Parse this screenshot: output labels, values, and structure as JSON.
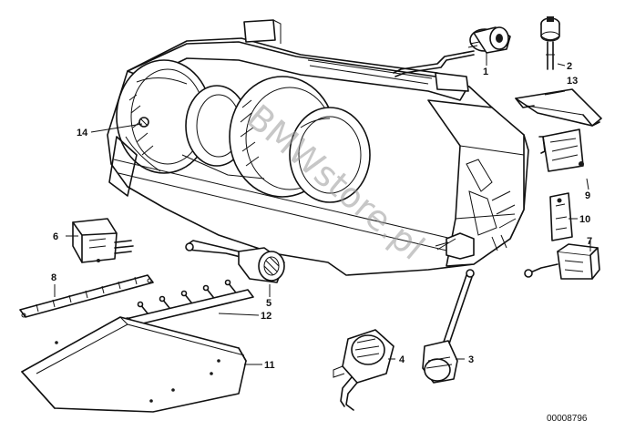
{
  "diagram": {
    "callouts": [
      "1",
      "2",
      "3",
      "4",
      "5",
      "6",
      "7",
      "8",
      "9",
      "10",
      "11",
      "12",
      "13",
      "14"
    ],
    "watermark": "BMWstore.pl",
    "diagram_code": "00008796"
  }
}
